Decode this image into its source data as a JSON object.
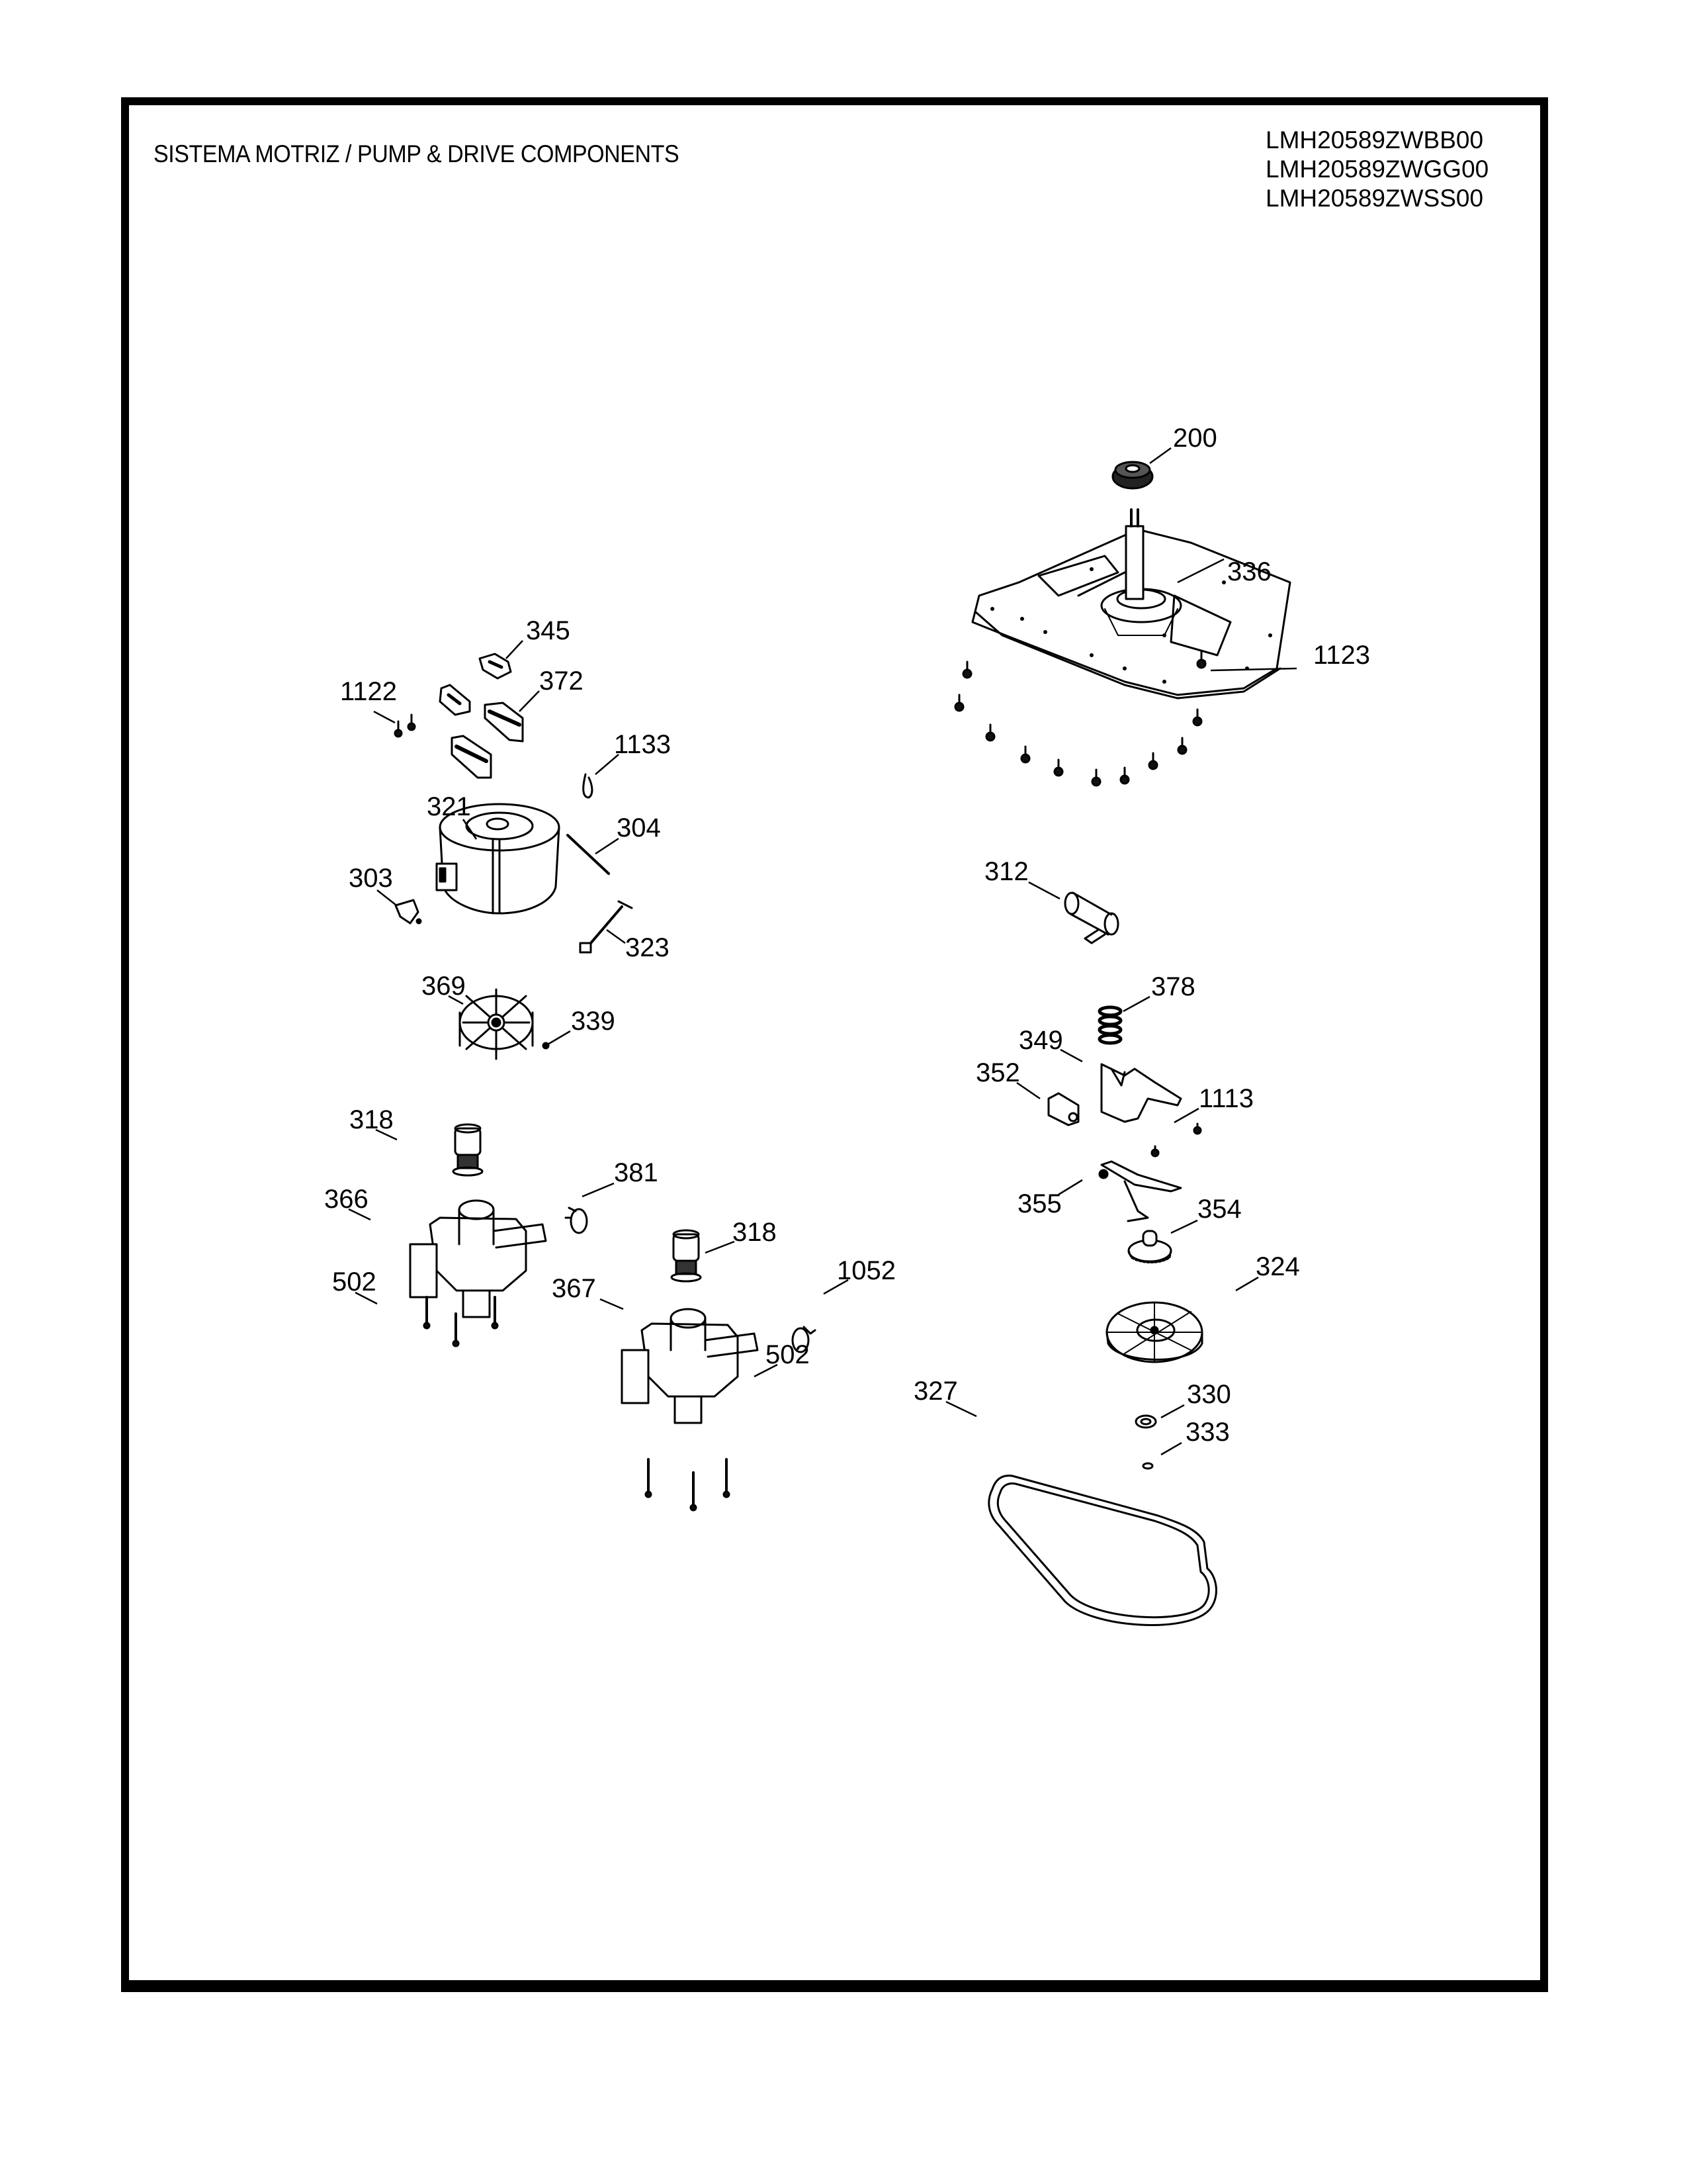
{
  "header": {
    "title": "SISTEMA MOTRIZ / PUMP  &  DRIVE COMPONENTS",
    "models": [
      "LMH20589ZWBB00",
      "LMH20589ZWGG00",
      "LMH20589ZWSS00"
    ]
  },
  "callouts": [
    {
      "id": "c200",
      "label": "200",
      "part": "bearing-cap"
    },
    {
      "id": "c336",
      "label": "336",
      "part": "transmission-base-plate"
    },
    {
      "id": "c1123",
      "label": "1123",
      "part": "base-screws"
    },
    {
      "id": "c345",
      "label": "345",
      "part": "motor-mount-pad"
    },
    {
      "id": "c372",
      "label": "372",
      "part": "motor-mount-bracket"
    },
    {
      "id": "c1122",
      "label": "1122",
      "part": "mount-screws"
    },
    {
      "id": "c1133",
      "label": "1133",
      "part": "wire-clip"
    },
    {
      "id": "c321",
      "label": "321",
      "part": "drive-motor"
    },
    {
      "id": "c304",
      "label": "304",
      "part": "cable-tie"
    },
    {
      "id": "c303",
      "label": "303",
      "part": "motor-clamp"
    },
    {
      "id": "c323",
      "label": "323",
      "part": "wire-harness"
    },
    {
      "id": "c369",
      "label": "369",
      "part": "motor-fan"
    },
    {
      "id": "c339",
      "label": "339",
      "part": "fan-nut"
    },
    {
      "id": "c312",
      "label": "312",
      "part": "capacitor"
    },
    {
      "id": "c378",
      "label": "378",
      "part": "spring"
    },
    {
      "id": "c349",
      "label": "349",
      "part": "clutch-bracket"
    },
    {
      "id": "c352",
      "label": "352",
      "part": "actuator-motor"
    },
    {
      "id": "c1113",
      "label": "1113",
      "part": "bracket-screws"
    },
    {
      "id": "c355",
      "label": "355",
      "part": "shift-lever"
    },
    {
      "id": "c354",
      "label": "354",
      "part": "clutch-gear"
    },
    {
      "id": "c324",
      "label": "324",
      "part": "drive-pulley"
    },
    {
      "id": "c330",
      "label": "330",
      "part": "washer"
    },
    {
      "id": "c333",
      "label": "333",
      "part": "retaining-ring"
    },
    {
      "id": "c327",
      "label": "327",
      "part": "drive-belt"
    },
    {
      "id": "c318a",
      "label": "318",
      "part": "pump-filter-1"
    },
    {
      "id": "c381",
      "label": "381",
      "part": "hose-clamp"
    },
    {
      "id": "c366",
      "label": "366",
      "part": "drain-pump"
    },
    {
      "id": "c502a",
      "label": "502",
      "part": "pump-screws-1"
    },
    {
      "id": "c318b",
      "label": "318",
      "part": "pump-filter-2"
    },
    {
      "id": "c1052",
      "label": "1052",
      "part": "hose-clamp-2"
    },
    {
      "id": "c367",
      "label": "367",
      "part": "recirculation-pump"
    },
    {
      "id": "c502b",
      "label": "502",
      "part": "pump-screws-2"
    }
  ]
}
